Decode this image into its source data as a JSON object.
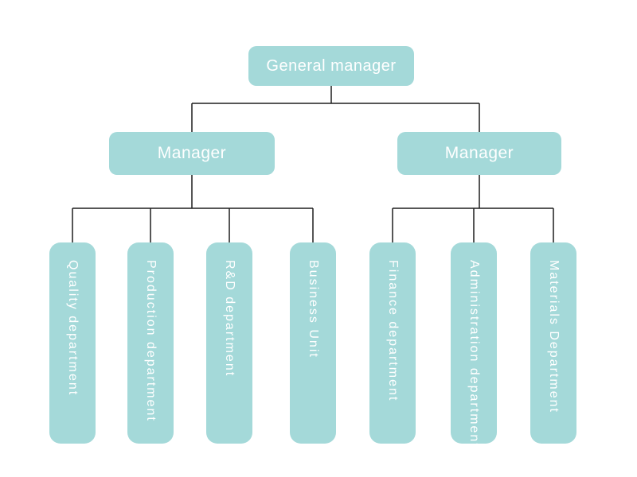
{
  "org": {
    "root": {
      "label": "General manager"
    },
    "managers": [
      {
        "label": "Manager",
        "children": [
          {
            "label": "Quality department"
          },
          {
            "label": "Production department"
          },
          {
            "label": "R&D department"
          },
          {
            "label": "Business Unit"
          }
        ]
      },
      {
        "label": "Manager",
        "children": [
          {
            "label": "Finance department"
          },
          {
            "label": "Administration department"
          },
          {
            "label": "Materials Department"
          }
        ]
      }
    ],
    "colors": {
      "node_fill": "#a4d9d9",
      "node_text": "#ffffff",
      "connector": "#1f1f1f"
    }
  }
}
